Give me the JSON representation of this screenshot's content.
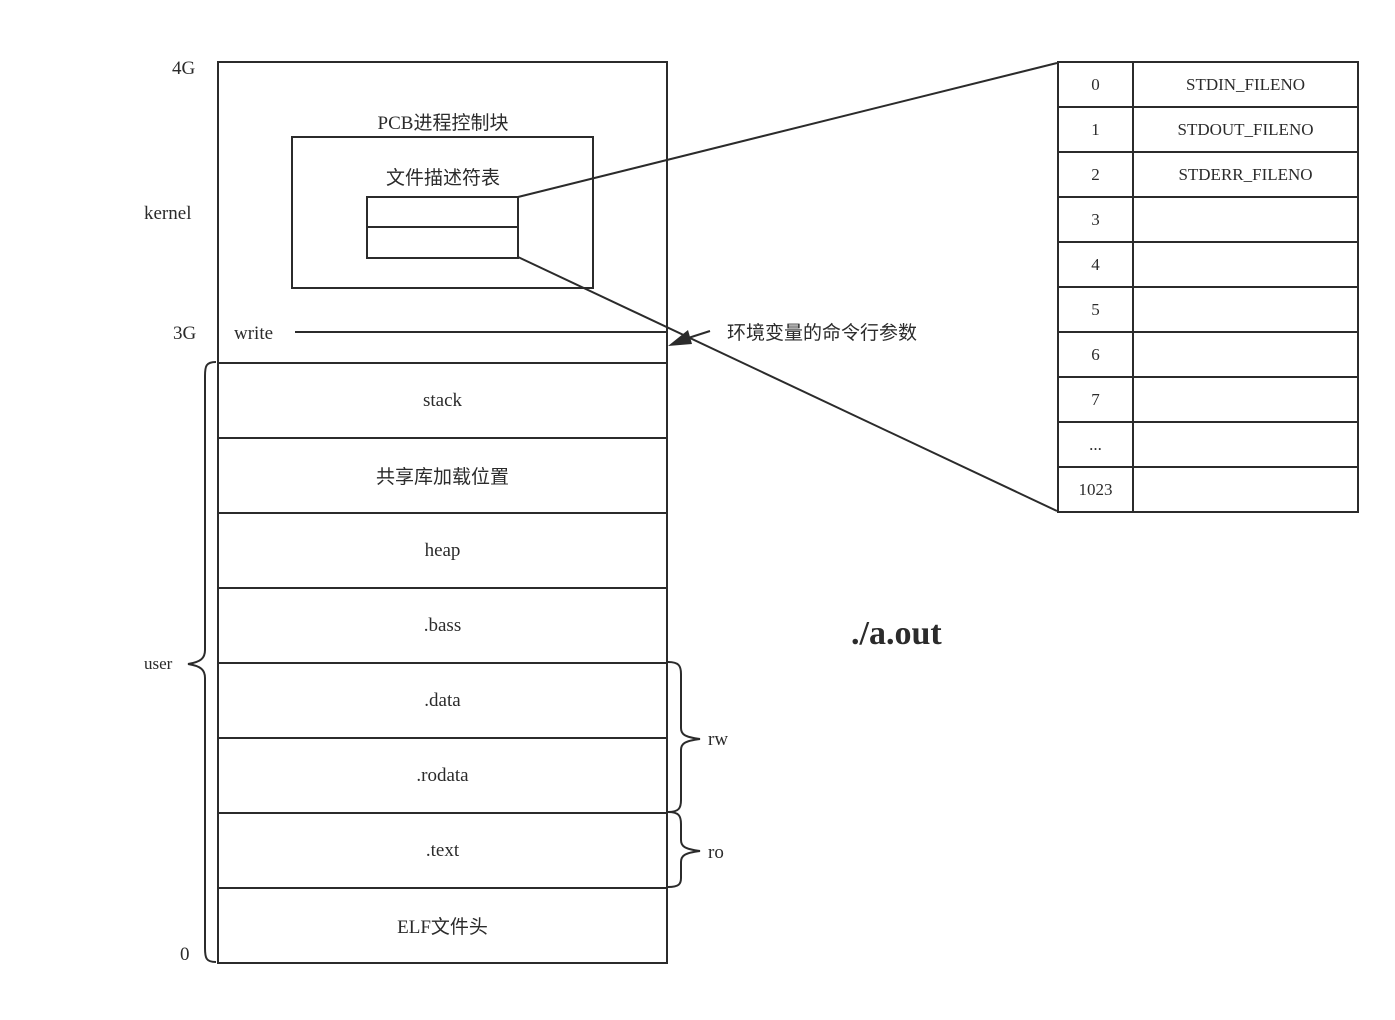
{
  "axis_labels": {
    "top": "4G",
    "kernel": "kernel",
    "boundary": "3G",
    "user": "user",
    "bottom": "0"
  },
  "kernel": {
    "write_label": "write",
    "pcb_title": "PCB进程控制块",
    "fd_table_title": "文件描述符表"
  },
  "env_args_label": "环境变量的命令行参数",
  "segments": [
    {
      "label": "stack"
    },
    {
      "label": "共享库加载位置"
    },
    {
      "label": "heap"
    },
    {
      "label": ".bass"
    },
    {
      "label": ".data"
    },
    {
      "label": ".rodata"
    },
    {
      "label": ".text"
    },
    {
      "label": "ELF文件头"
    }
  ],
  "braces": {
    "rw": "rw",
    "ro": "ro"
  },
  "program_name": "./a.out",
  "fd_table": [
    {
      "num": "0",
      "name": "STDIN_FILENO"
    },
    {
      "num": "1",
      "name": "STDOUT_FILENO"
    },
    {
      "num": "2",
      "name": "STDERR_FILENO"
    },
    {
      "num": "3",
      "name": ""
    },
    {
      "num": "4",
      "name": ""
    },
    {
      "num": "5",
      "name": ""
    },
    {
      "num": "6",
      "name": ""
    },
    {
      "num": "7",
      "name": ""
    },
    {
      "num": "...",
      "name": ""
    },
    {
      "num": "1023",
      "name": ""
    }
  ]
}
